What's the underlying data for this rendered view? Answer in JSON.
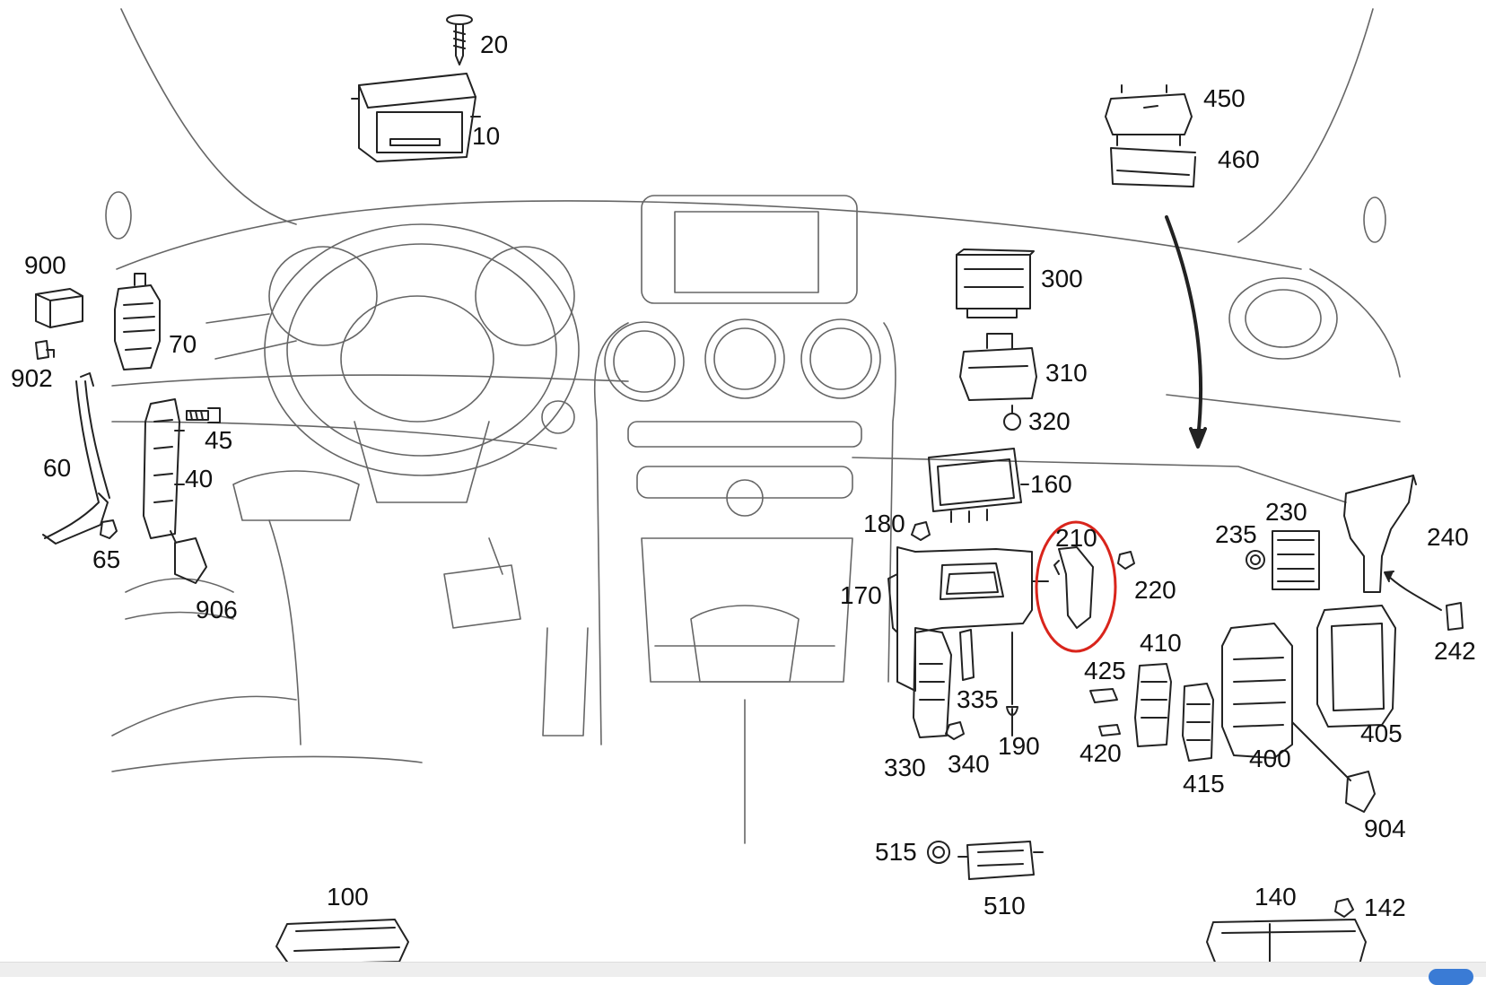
{
  "colors": {
    "line": "#222222",
    "highlight": "#d9251c",
    "background": "#ffffff"
  },
  "part_numbers": [
    "20",
    "10",
    "450",
    "460",
    "900",
    "70",
    "902",
    "45",
    "60",
    "40",
    "65",
    "906",
    "300",
    "310",
    "320",
    "160",
    "180",
    "170",
    "210",
    "220",
    "235",
    "230",
    "240",
    "242",
    "410",
    "425",
    "420",
    "335",
    "190",
    "330",
    "340",
    "415",
    "400",
    "405",
    "904",
    "515",
    "510",
    "100",
    "140",
    "142"
  ],
  "highlighted_part": "210"
}
